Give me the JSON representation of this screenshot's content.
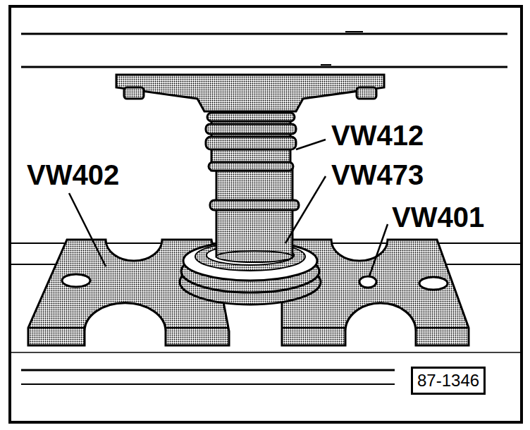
{
  "diagram": {
    "nodes": [
      {
        "text": [
          "87-1346"
        ]
      }
    ],
    "labels": [
      "VW412",
      "VW402",
      "VW473",
      "VW401"
    ]
  }
}
